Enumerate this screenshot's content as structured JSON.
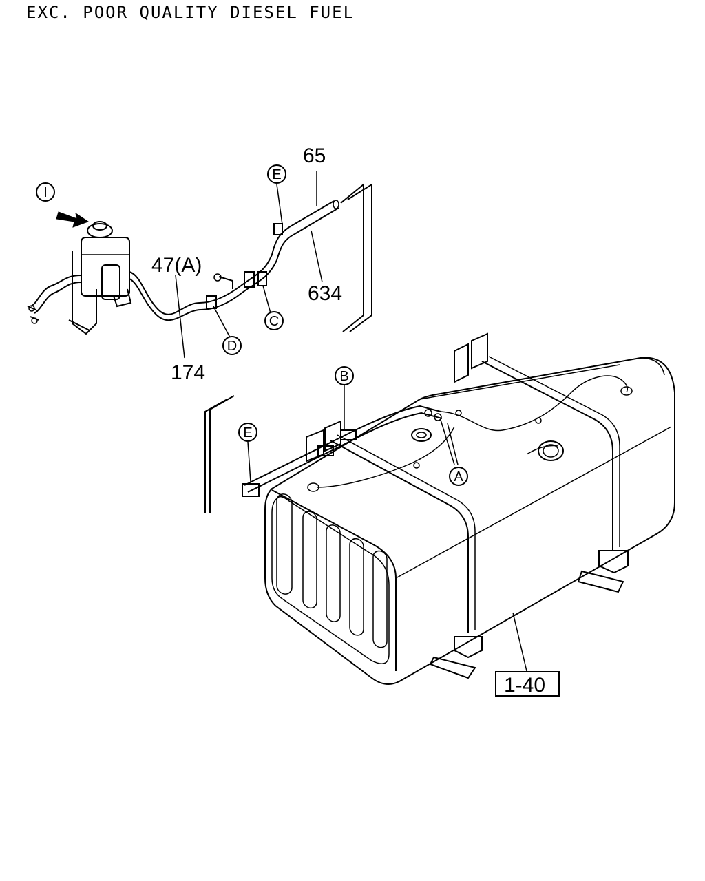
{
  "title": "EXC. POOR QUALITY DIESEL FUEL",
  "callouts": {
    "part_65": "65",
    "part_634": "634",
    "part_47": "47(A)",
    "part_174": "174",
    "ref_1_40": "1-40"
  },
  "circle_labels": {
    "i": "I",
    "e_top": "E",
    "c": "C",
    "d": "D",
    "b": "B",
    "e_bottom": "E",
    "a": "A"
  }
}
